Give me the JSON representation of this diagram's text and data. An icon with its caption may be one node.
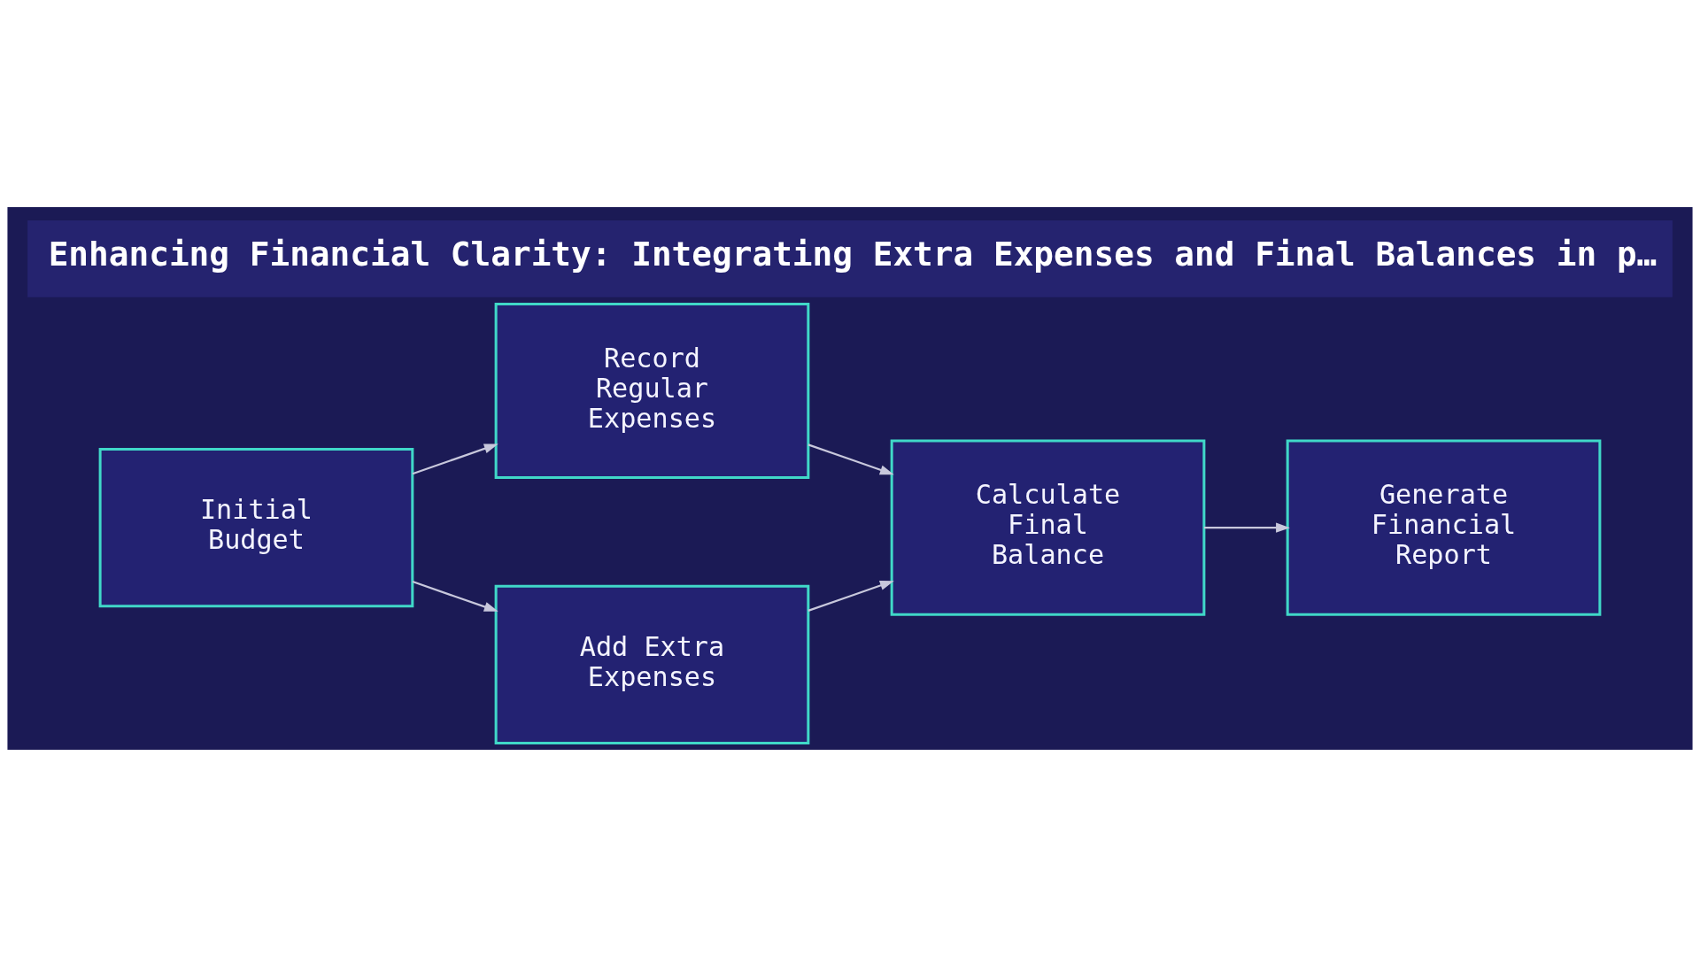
{
  "diagram": {
    "title": "Enhancing Financial Clarity: Integrating Extra Expenses and Final Balances in p…",
    "nodes": [
      {
        "text": [
          "Initial Budget"
        ]
      },
      {
        "text": [
          "Record Regular Expenses"
        ]
      },
      {
        "text": [
          "Add Extra Expenses"
        ]
      },
      {
        "text": [
          "Calculate Final Balance"
        ]
      },
      {
        "text": [
          "Generate Financial Report"
        ]
      }
    ],
    "edges": [
      {
        "from": 0,
        "to": 1,
        "arrow": "to"
      },
      {
        "from": 0,
        "to": 2,
        "arrow": "to"
      },
      {
        "from": 1,
        "to": 3,
        "arrow": "to"
      },
      {
        "from": 2,
        "to": 3,
        "arrow": "to"
      },
      {
        "from": 3,
        "to": 4,
        "arrow": "to"
      }
    ]
  }
}
